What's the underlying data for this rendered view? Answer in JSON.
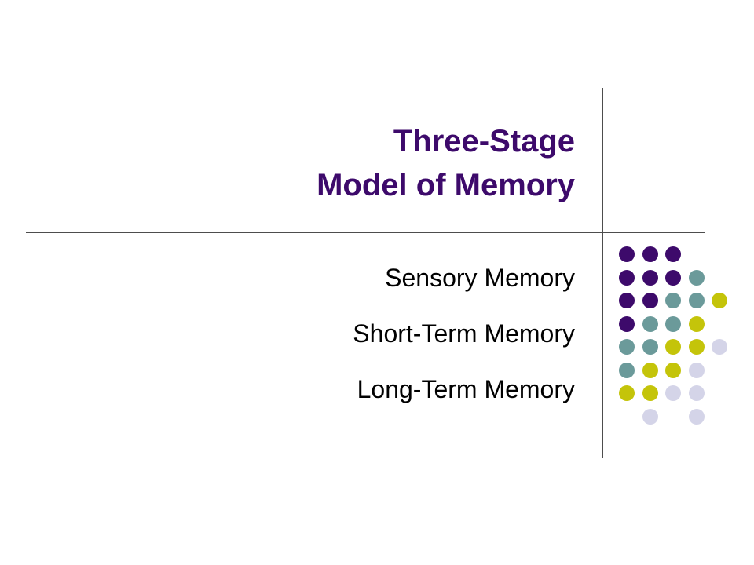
{
  "slide": {
    "title_line1": "Three-Stage",
    "title_line2": "Model of Memory",
    "bullets": [
      "Sensory Memory",
      "Short-Term Memory",
      "Long-Term Memory"
    ]
  },
  "colors": {
    "title": "#3d0a6b",
    "text": "#000000",
    "lines": "#4d4d4d",
    "dot_purple": "#3d0a6b",
    "dot_teal": "#6b9a9a",
    "dot_olive": "#c4c40a",
    "dot_lavender": "#d4d4e8"
  },
  "decor": {
    "dot_pattern": [
      [
        "purple",
        "purple",
        "purple",
        "",
        ""
      ],
      [
        "purple",
        "purple",
        "purple",
        "teal",
        ""
      ],
      [
        "purple",
        "purple",
        "teal",
        "teal",
        "olive"
      ],
      [
        "purple",
        "teal",
        "teal",
        "olive",
        ""
      ],
      [
        "teal",
        "teal",
        "olive",
        "olive",
        "lavender"
      ],
      [
        "teal",
        "olive",
        "olive",
        "lavender",
        ""
      ],
      [
        "olive",
        "olive",
        "lavender",
        "lavender",
        ""
      ],
      [
        "",
        "lavender",
        "",
        "lavender",
        ""
      ]
    ]
  }
}
